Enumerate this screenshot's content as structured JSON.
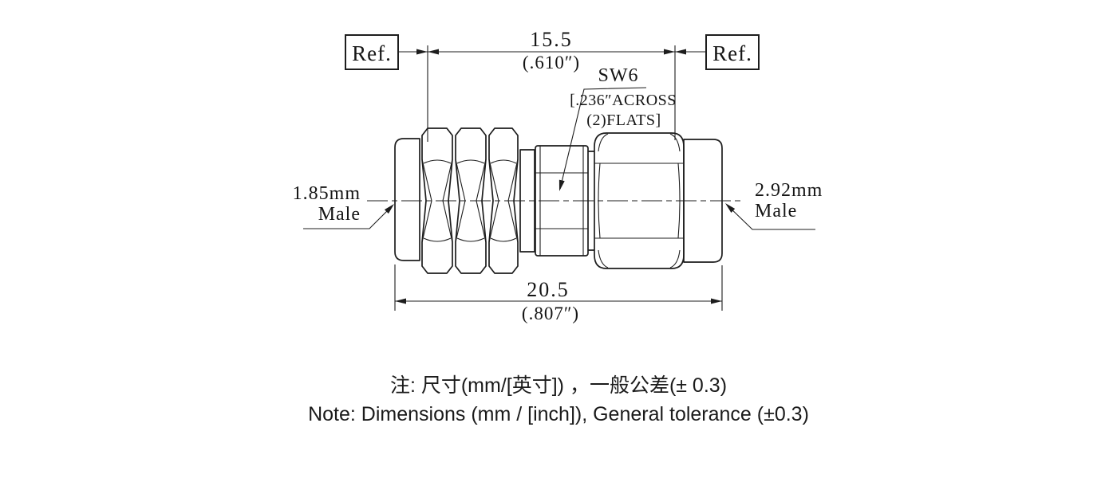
{
  "colors": {
    "background": "#ffffff",
    "line": "#1d1d1d",
    "text": "#151515"
  },
  "dimensions": {
    "top": {
      "ref_left": "Ref.",
      "ref_right": "Ref.",
      "label_mm": "15.5",
      "label_inch": "(.610″)"
    },
    "bottom": {
      "label_mm": "20.5",
      "label_inch": "(.807″)"
    }
  },
  "callouts": {
    "wrench_flats": {
      "label": "SW6",
      "detail_line1": "[.236″ACROSS",
      "detail_line2": "(2)FLATS]"
    },
    "left_connector": {
      "line1": "1.85mm",
      "line2": "Male"
    },
    "right_connector": {
      "line1": "2.92mm",
      "line2": "Male"
    }
  },
  "notes": {
    "chinese": "注: 尺寸(mm/[英寸]) ，一般公差(± 0.3)",
    "english": "Note: Dimensions (mm / [inch]), General tolerance (±0.3)"
  }
}
